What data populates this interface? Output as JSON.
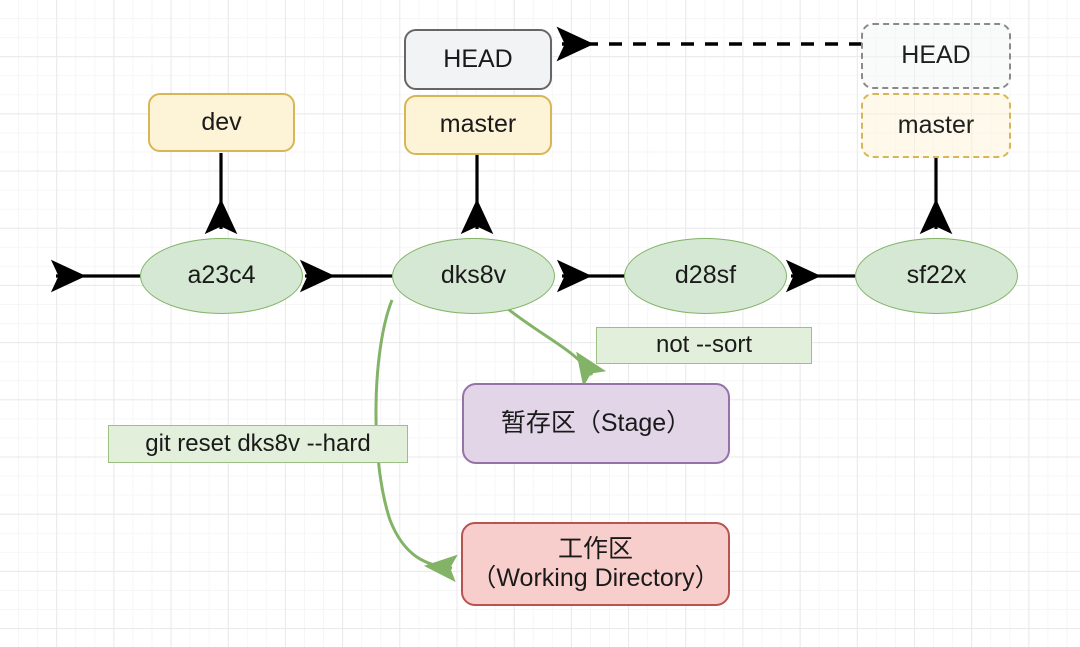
{
  "diagram": {
    "title": "Git reset diagram",
    "colors": {
      "commit_fill": "#d5e8d4",
      "commit_stroke": "#82b366",
      "branch_fill": "#fdf3d7",
      "branch_stroke": "#d6b656",
      "head_fill": "#f2f3f4",
      "head_stroke": "#666666",
      "stage_fill": "#e1d5e7",
      "stage_stroke": "#9673a6",
      "work_fill": "#f8cecc",
      "work_stroke": "#b85450",
      "label_fill": "#e2efdb",
      "label_stroke": "#9cc081",
      "arrow_black": "#000000",
      "arrow_green": "#82b366",
      "grid_minor": "#f6f6f8",
      "grid_major": "#e9e9ec"
    },
    "refs": {
      "head_current": "HEAD",
      "master_current": "master",
      "head_ghost": "HEAD",
      "master_ghost": "master",
      "dev": "dev"
    },
    "commits": [
      {
        "id": "a23c4",
        "label": "a23c4"
      },
      {
        "id": "dks8v",
        "label": "dks8v"
      },
      {
        "id": "d28sf",
        "label": "d28sf"
      },
      {
        "id": "sf22x",
        "label": "sf22x"
      }
    ],
    "labels": {
      "reset_command": "git reset dks8v --hard",
      "not_sort": "not --sort"
    },
    "areas": {
      "stage": "暂存区（Stage）",
      "working_line1": "工作区",
      "working_line2": "（Working Directory）"
    }
  }
}
